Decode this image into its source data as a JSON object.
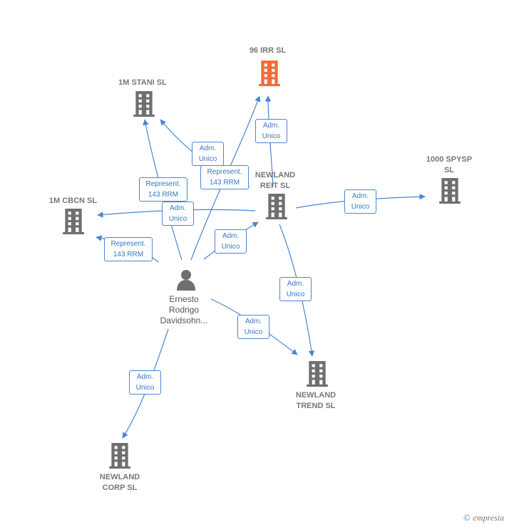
{
  "nodes": {
    "irr96": {
      "label": "96 IRR  SL",
      "color": "#f26b3a"
    },
    "stani": {
      "label": "1M STANI  SL",
      "color": "#6f6f6f"
    },
    "spysp": {
      "label": "1000 SPYSP\nSL",
      "color": "#6f6f6f"
    },
    "cbcn": {
      "label": "1M CBCN  SL",
      "color": "#6f6f6f"
    },
    "reit": {
      "label": "NEWLAND\nREIT  SL",
      "color": "#6f6f6f"
    },
    "trend": {
      "label": "NEWLAND\nTREND  SL",
      "color": "#6f6f6f"
    },
    "corp": {
      "label": "NEWLAND\nCORP  SL",
      "color": "#6f6f6f"
    },
    "person": {
      "label": "Ernesto\nRodrigo\nDavidsohn...",
      "color": "#6f6f6f"
    }
  },
  "edges": {
    "reit_irr": "Adm.\nUnico",
    "reit_stani": "Adm.\nUnico",
    "person_irr": "Represent.\n143 RRM",
    "person_stani": "Represent.\n143 RRM",
    "reit_cbcn": "Adm.\nUnico",
    "person_cbcn": "Represent.\n143 RRM",
    "reit_spysp": "Adm.\nUnico",
    "person_reit": "Adm.\nUnico",
    "reit_trend": "Adm.\nUnico",
    "person_trend": "Adm.\nUnico",
    "person_corp": "Adm.\nUnico"
  },
  "colors": {
    "edge": "#4a86d4",
    "building": "#6f6f6f",
    "highlight": "#f26b3a"
  },
  "footer": {
    "copyright": "©",
    "brand_e": "e",
    "brand_rest": "mpresia"
  }
}
